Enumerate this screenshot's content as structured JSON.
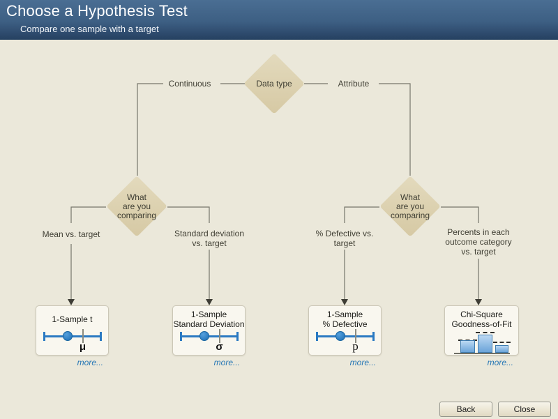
{
  "window": {
    "title": "Choose a Hypothesis Test",
    "subtitle": "Compare one sample with a target"
  },
  "tree": {
    "root_label": "Data type",
    "branch_left_label": "Continuous",
    "branch_right_label": "Attribute",
    "decision_left": {
      "line1": "What",
      "line2": "are you",
      "line3": "comparing"
    },
    "decision_right": {
      "line1": "What",
      "line2": "are you",
      "line3": "comparing"
    },
    "leaf_mean": {
      "line1": "Mean vs. target"
    },
    "leaf_stddev": {
      "line1": "Standard deviation",
      "line2": "vs. target"
    },
    "leaf_defective": {
      "line1": "% Defective vs.",
      "line2": "target"
    },
    "leaf_percents": {
      "line1": "Percents in each",
      "line2": "outcome category",
      "line3": "vs. target"
    }
  },
  "cards": [
    {
      "title": "1-Sample t",
      "symbol": "μ",
      "icon": "interval-plot",
      "more_label": "more..."
    },
    {
      "title_line1": "1-Sample",
      "title_line2": "Standard Deviation",
      "symbol": "σ",
      "icon": "interval-plot",
      "more_label": "more..."
    },
    {
      "title_line1": "1-Sample",
      "title_line2": "% Defective",
      "symbol": "p",
      "icon": "interval-plot",
      "more_label": "more..."
    },
    {
      "title_line1": "Chi-Square",
      "title_line2": "Goodness-of-Fit",
      "icon": "bar-chart-with-target-dashes",
      "more_label": "more..."
    }
  ],
  "footer": {
    "back_label": "Back",
    "close_label": "Close"
  },
  "colors": {
    "header_gradient_top": "#4a6e93",
    "header_gradient_bottom": "#254160",
    "canvas_background": "#ebe8da",
    "diamond_fill": "#d9cda9",
    "connector_line": "#76766b",
    "accent_blue": "#2a79c2",
    "link_blue": "#2576b5",
    "card_background": "#f9f7ef"
  }
}
